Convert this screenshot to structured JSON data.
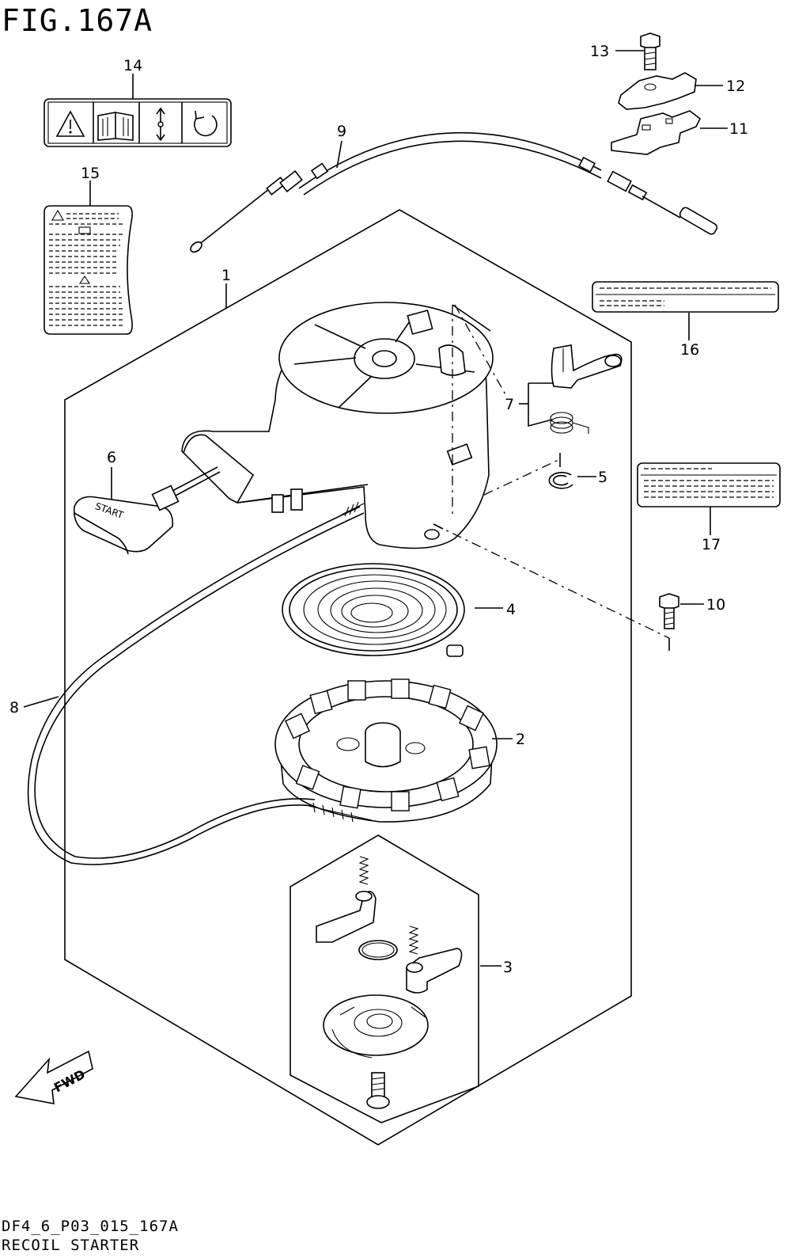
{
  "figure": {
    "title": "FIG.167A",
    "code": "DF4_6_P03_015_167A",
    "description": "RECOIL STARTER"
  },
  "callouts": [
    "1",
    "2",
    "3",
    "4",
    "5",
    "6",
    "7",
    "8",
    "9",
    "10",
    "11",
    "12",
    "13",
    "14",
    "15",
    "16",
    "17"
  ],
  "decals": {
    "handle_text": "START",
    "fwd_arrow": "FWD"
  },
  "icons": [
    "warning-icon",
    "manual-book-icon",
    "up-down-arrow-icon",
    "rotate-icon"
  ]
}
